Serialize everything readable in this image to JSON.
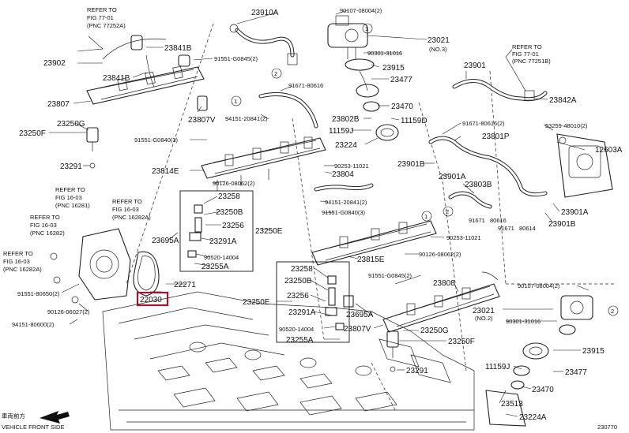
{
  "labels": {
    "p23910A": "23910A",
    "p90107_top": "90107-08004(2)",
    "p23021_top": "23021",
    "no3": "(NO.3)",
    "p90301_top": "90301-31016",
    "p23915_top": "23915",
    "p23477_top": "23477",
    "p23470_top": "23470",
    "p11159D": "11159D",
    "p23802B": "23802B",
    "p11159J": "11159J",
    "p23224": "23224",
    "p23901": "23901",
    "p23842A": "23842A",
    "p23801P": "23801P",
    "p53259": "53259-48010(2)",
    "p12603A": "12603A",
    "p91671_right": "91671-80616(2)",
    "p23901B_mid": "23901B",
    "p23901A_mid": "23901A",
    "p23803B": "23803B",
    "p23901A_r": "23901A",
    "p91671_a": "91671",
    "p91671_b": "91671",
    "p80616": "80616",
    "p80614": "80614",
    "p23901B_r": "23901B",
    "ref77_01_a_1": "REFER TO",
    "ref77_01_a_2": "FIG 77-01",
    "ref77_01_a_3": "(PNC 77252A)",
    "ref77_01_b_1": "REFER TO",
    "ref77_01_b_2": "FIG 77-01",
    "ref77_01_b_3": "(PNC 77251B)",
    "p23902": "23902",
    "p23841B_a": "23841B",
    "p91551_G0845": "91551-G0845(2)",
    "p23841B_b": "23841B",
    "p23807": "23807",
    "p23807V_top": "23807V",
    "p91671_80616": "91671-80616",
    "p94151_20841": "94151-20841(2)",
    "p23250G_top": "23250G",
    "p23250F_top": "23250F",
    "p91551_G0840": "91551-G0840(3)",
    "p23291_top": "23291",
    "p23814E": "23814E",
    "p90126_08062_a": "90126-08062(2)",
    "p90253_11021": "90253-11021",
    "p23804": "23804",
    "p23258_a": "23258",
    "p23250B_a": "23250B",
    "p23256_a": "23256",
    "p23291A_a": "23291A",
    "p90520_a": "90520-14004",
    "p23255A_a": "23255A",
    "p23695A_a": "23695A",
    "p23250E_a": "23250E",
    "p94151_20841_b": "94151-20841(2)",
    "p91551_G0840_b": "91551-G0840(3)",
    "p90253_11021_b": "90253-11021",
    "p90126_08062_b": "90126-08062(2)",
    "p23815E": "23815E",
    "ref16_a_1": "REFER TO",
    "ref16_a_2": "FIG 16-03",
    "ref16_a_3": "(PNC 16281)",
    "ref16_b_1": "REFER TO",
    "ref16_b_2": "FIG 16-03",
    "ref16_b_3": "(PNC 16282A)",
    "ref16_c_1": "REFER TO",
    "ref16_c_2": "FIG 16-03",
    "ref16_c_3": "(PNC 16282)",
    "ref16_d_1": "REFER TO",
    "ref16_d_2": "FIG 16-03",
    "ref16_d_3": "(PNC 16282A)",
    "p22271": "22271",
    "p22030": "22030",
    "p91551_80650": "91551-80650(2)",
    "p90126_06027": "90126-06027(2)",
    "p94151_80600": "94151-80600(2)",
    "p23258_b": "23258",
    "p23250B_b": "23250B",
    "p23256_b": "23256",
    "p23291A_b": "23291A",
    "p90520_b": "90520-14004",
    "p23255A_b": "23255A",
    "p23250E_b": "23250E",
    "p23695A_b": "23695A",
    "p23807V_b": "23807V",
    "p91551_G0845_b": "91551-G0845(2)",
    "p23808": "23808",
    "p90107_b": "90107-08004(2)",
    "p23021_b": "23021",
    "no2": "(NO.2)",
    "p90301_b": "90301-31016",
    "p23250G_b": "23250G",
    "p23250F_b": "23250F",
    "p23291_b": "23291",
    "p23915_b": "23915",
    "p11159J_b": "11159J",
    "p23477_b": "23477",
    "p23470_b": "23470",
    "p23513": "23513",
    "p23224A": "23224A",
    "c1": "1",
    "c2": "2",
    "vehicle_front_cjk": "車両前方",
    "vehicle_front": "VEHICLE FRONT SIDE",
    "fig_code": "230770"
  },
  "colors": {
    "highlight": "#a0182a",
    "line": "#222222"
  }
}
